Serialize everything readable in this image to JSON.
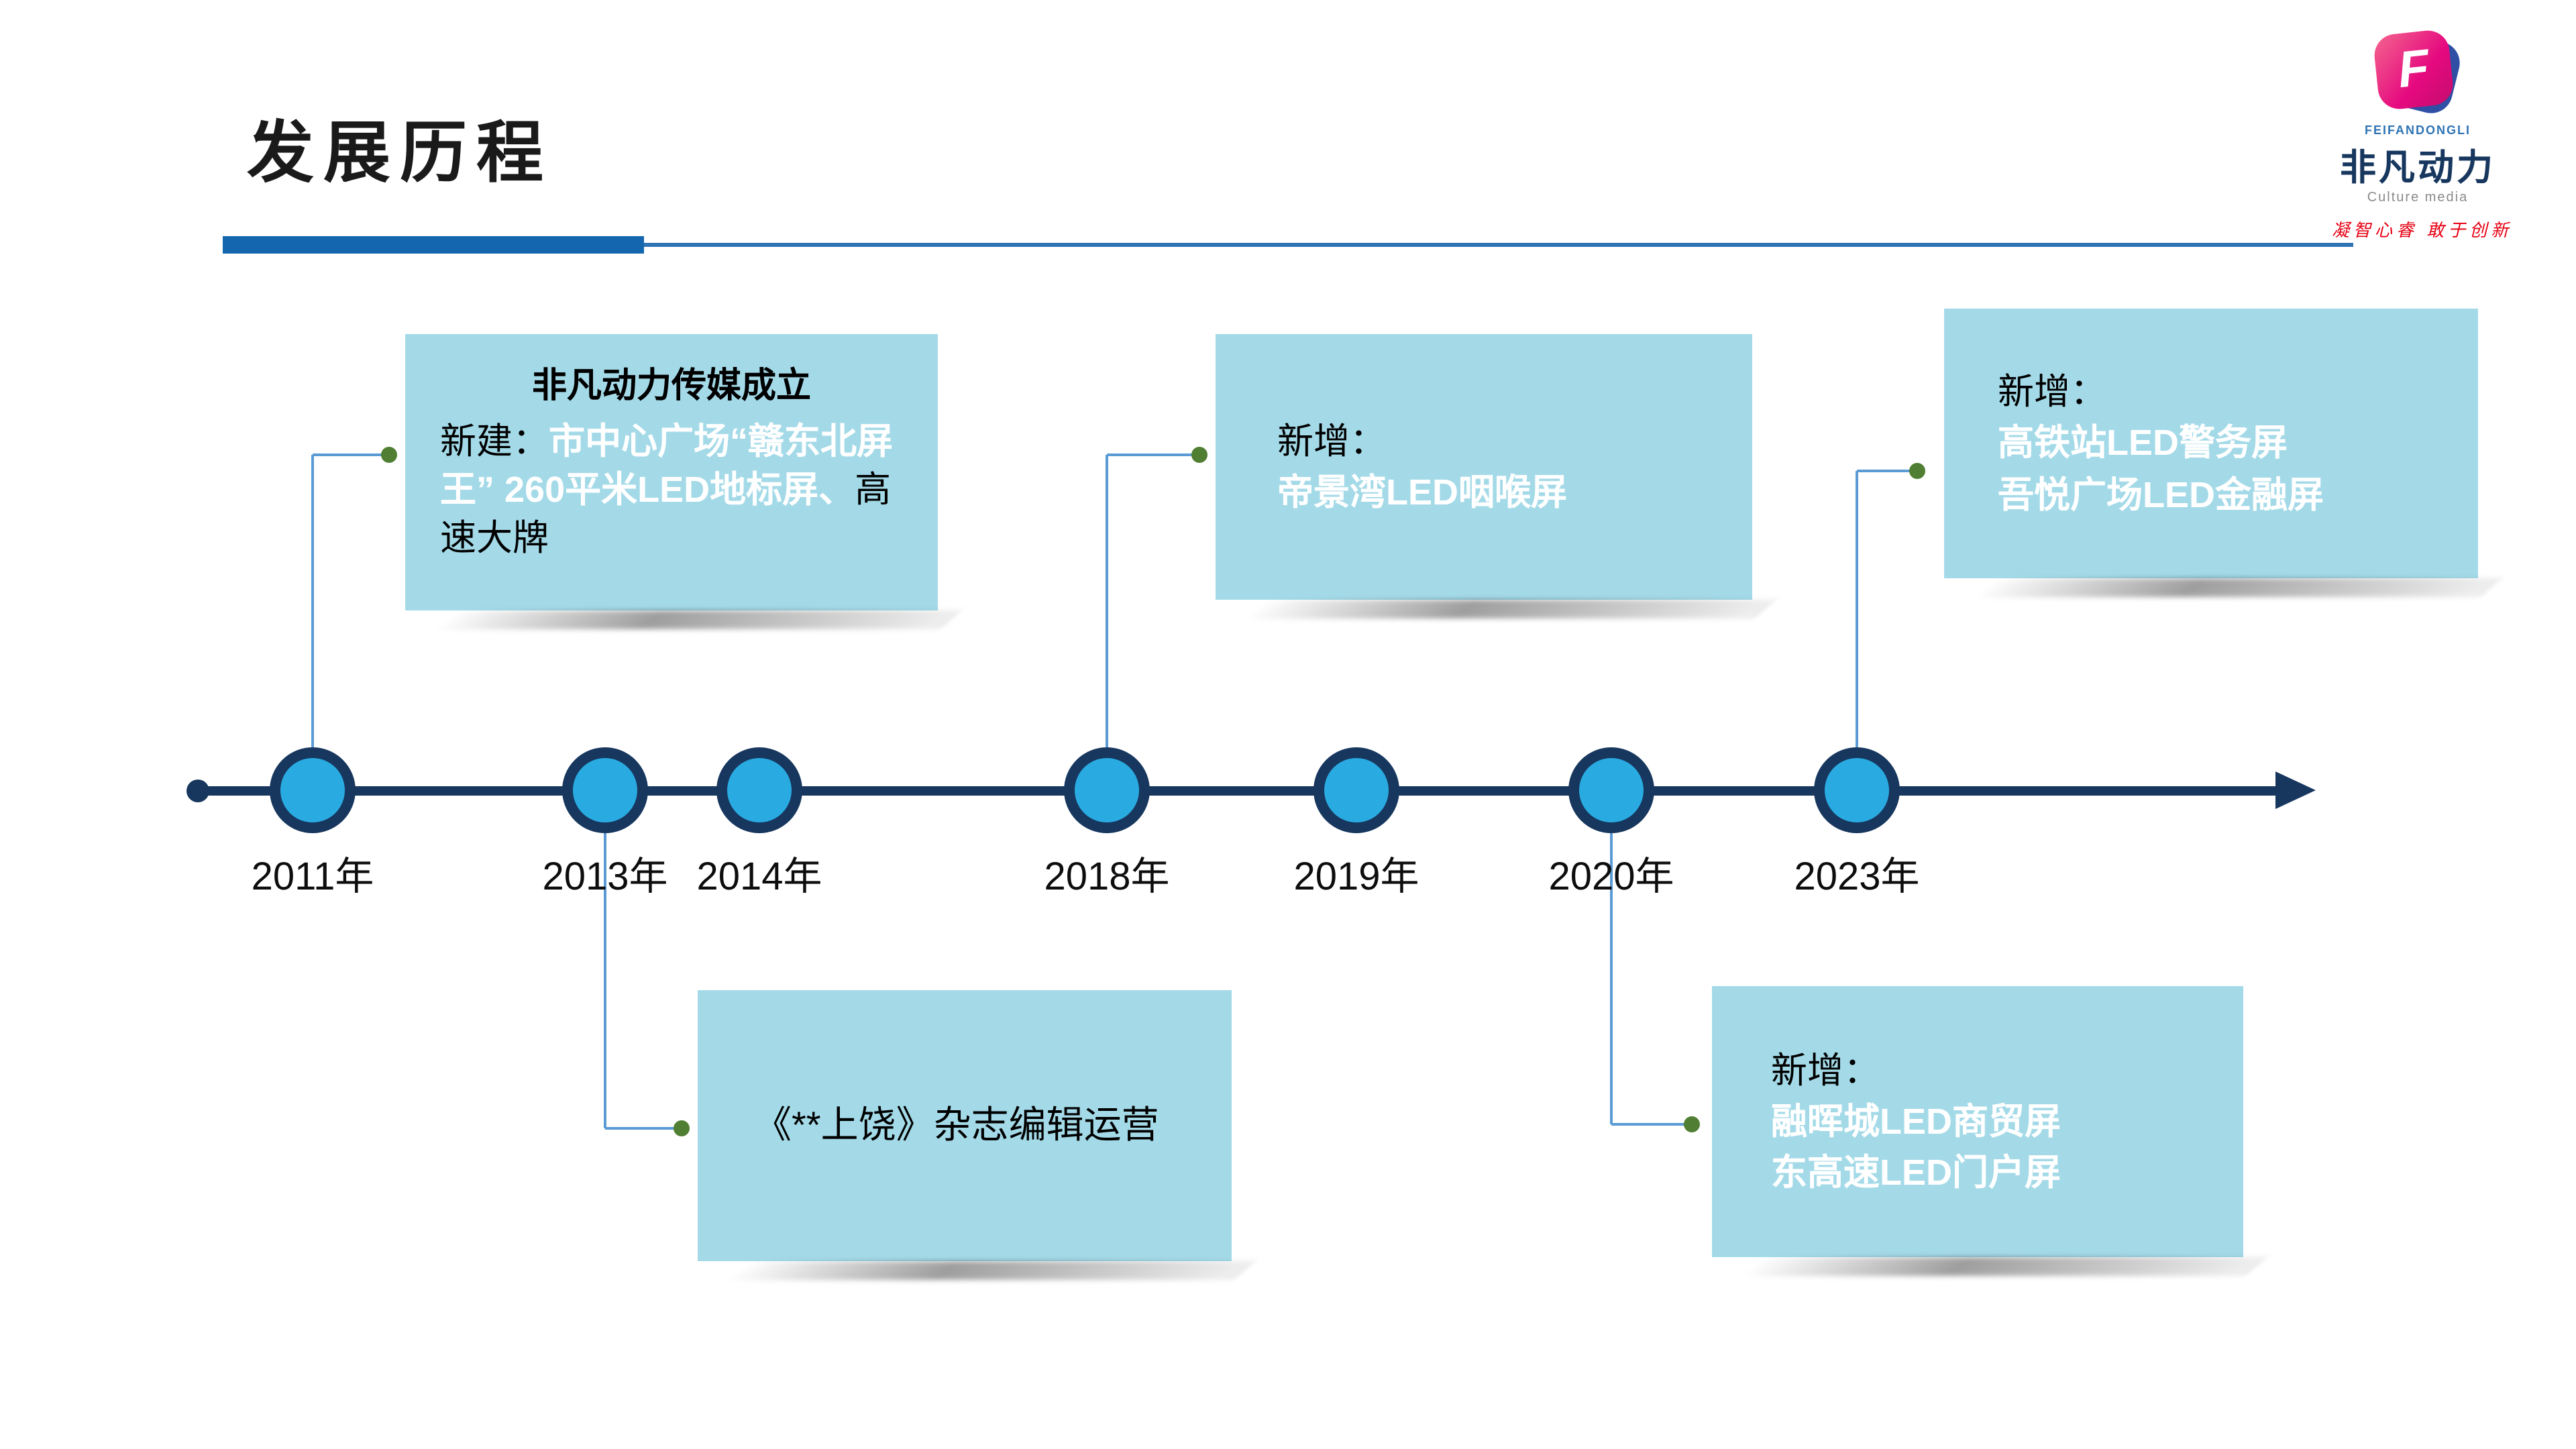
{
  "slide": {
    "title": "发展历程"
  },
  "logo": {
    "letter": "F",
    "romanized": "FEIFANDONGLI",
    "name": "非凡动力",
    "subtitle": "Culture media",
    "tagline": "凝智心睿 敢于创新"
  },
  "timeline": {
    "years": [
      "2011年",
      "2013年",
      "2014年",
      "2018年",
      "2019年",
      "2020年",
      "2023年"
    ]
  },
  "callouts": {
    "c2011": {
      "title": "非凡动力传媒成立",
      "prefix": "新建：",
      "highlight": "市中心广场“赣东北屏王” 260平米LED地标屏、",
      "suffix": "高速大牌"
    },
    "c2018": {
      "prefix": "新增：",
      "lines": [
        "帝景湾LED咽喉屏"
      ]
    },
    "c2023": {
      "prefix": "新增：",
      "lines": [
        "高铁站LED警务屏",
        "吾悦广场LED金融屏"
      ]
    },
    "c2013": {
      "text": "《**上饶》杂志编辑运营"
    },
    "c2020": {
      "prefix": "新增：",
      "lines": [
        "融晖城LED商贸屏",
        "东高速LED门户屏"
      ]
    }
  },
  "colors": {
    "accent_dark_blue": "#1467AE",
    "rule_light_blue": "#2E74B5",
    "timeline_navy": "#17375E",
    "node_fill_blue": "#29ABE2",
    "callout_fill": "#A4DAE8",
    "connector_blue": "#5B9BD5",
    "connector_dot_green": "#507E32",
    "highlight_text": "#FFFFFF",
    "brand_pink": "#E5097F",
    "brand_red": "#E60012"
  }
}
